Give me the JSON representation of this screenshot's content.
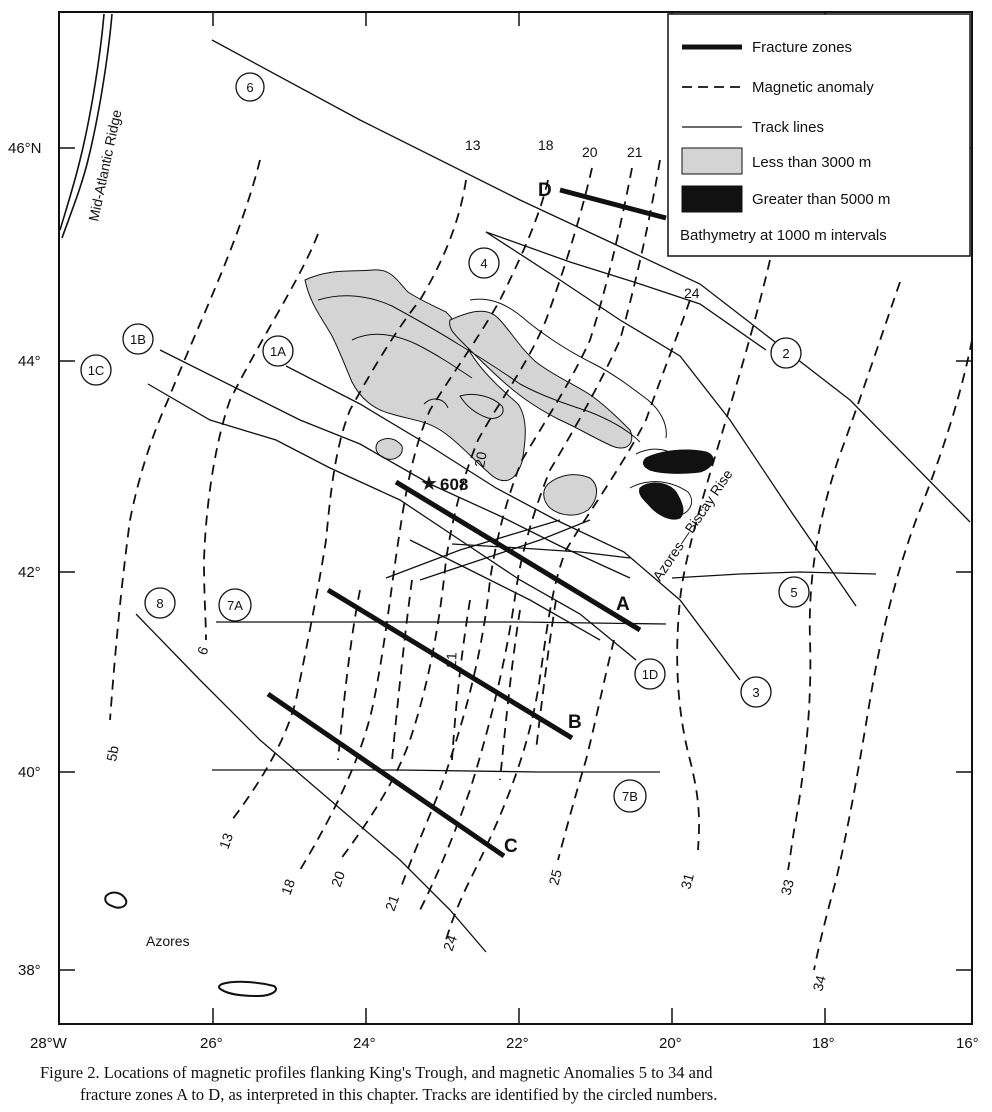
{
  "map": {
    "lon_ticks": [
      "28°W",
      "26°",
      "24°",
      "22°",
      "20°",
      "18°",
      "16°"
    ],
    "lat_ticks": [
      "46°N",
      "44°",
      "42°",
      "40°",
      "38°"
    ],
    "places": {
      "ridge": "Mid-Atlantic Ridge",
      "azores": "Azores",
      "rise": "Azores—Biscay Rise",
      "site": "608"
    },
    "fracture_zones": [
      "A",
      "B",
      "C",
      "D"
    ],
    "anomaly_labels_top": [
      "13",
      "18",
      "20",
      "21",
      "24"
    ],
    "anomaly_labels_mid": [
      "20",
      "21",
      "6"
    ],
    "anomaly_labels_bottom": [
      "5b",
      "13",
      "18",
      "20",
      "21",
      "24",
      "25",
      "31",
      "33",
      "34"
    ],
    "tracks": [
      "6",
      "4",
      "2",
      "1B",
      "1A",
      "1C",
      "5",
      "8",
      "7A",
      "3",
      "1D",
      "7B"
    ]
  },
  "legend": {
    "fracture": "Fracture zones",
    "anomaly": "Magnetic anomaly",
    "track": "Track lines",
    "shallow": "Less than 3000 m",
    "deep": "Greater than 5000 m",
    "bathy": "Bathymetry at 1000 m intervals"
  },
  "caption": {
    "line1": "Figure 2. Locations of magnetic profiles flanking King's Trough, and magnetic Anomalies 5 to 34 and",
    "line2": "fracture zones A to D, as interpreted in this chapter. Tracks are identified by the circled numbers."
  },
  "colors": {
    "ink": "#111111",
    "shallow_fill": "#d4d4d4",
    "deep_fill": "#111111"
  }
}
